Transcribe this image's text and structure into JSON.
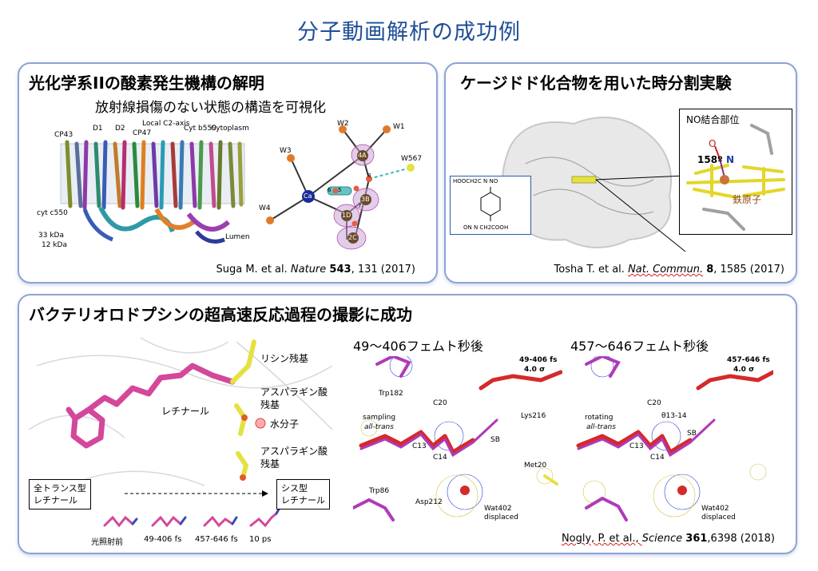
{
  "page_title": "分子動画解析の成功例",
  "panel_top_left": {
    "title": "光化学系IIの酸素発生機構の解明",
    "subtitle": "放射線損傷のない状態の構造を可視化",
    "fig_left_labels": [
      "CP43",
      "D1",
      "D2",
      "Local C2-axis",
      "CP47",
      "Cyt b559",
      "Cytoplasm",
      "cyt c550",
      "33 kDa",
      "12 kDa",
      "Lumen"
    ],
    "fig_right_labels": [
      "W2",
      "W1",
      "W3",
      "W567",
      "W4",
      "Ca",
      "4A",
      "3B",
      "1D",
      "2C",
      "5",
      "6",
      "7",
      "8"
    ],
    "citation_author": "Suga M. et al. ",
    "citation_journal": "Nature",
    "citation_volume": "543",
    "citation_rest": ", 131 (2017)"
  },
  "panel_top_right": {
    "title": "ケージドド化合物を用いた時分割実験",
    "inset_title": "NO結合部位",
    "angle_label": "158º",
    "atom_o": "O",
    "atom_n": "N",
    "iron_label": "鉄原子",
    "formula_top": "HOOCH2C  N  NO",
    "formula_bottom": "ON  N  CH2COOH",
    "citation_author": "Tosha T. et al. ",
    "citation_journal": "Nat. Commun.",
    "citation_volume": "8",
    "citation_rest": ", 1585 (2017)"
  },
  "panel_bottom": {
    "title": "バクテリオロドプシンの超高速反応過程の撮影に成功",
    "fig_left": {
      "labels": [
        "リシン残基",
        "アスパラギン酸",
        "残基",
        "水分子",
        "アスパラギン酸",
        "残基",
        "レチナール"
      ],
      "box_left_line1": "全トランス型",
      "box_left_line2": "レチナール",
      "box_right_line1": "シス型",
      "box_right_line2": "レチナール",
      "time_labels": [
        "光照射前",
        "49-406 fs",
        "457-646 fs",
        "10 ps"
      ]
    },
    "fig_mid": {
      "heading": "49～406フェムト秒後",
      "corner_label_1": "49-406 fs",
      "corner_label_2": "4.0 σ",
      "labels": [
        "Trp182",
        "C20",
        "sampling",
        "all-trans",
        "Lys216",
        "C13",
        "SB",
        "C14",
        "Met20",
        "Trp86",
        "Asp212",
        "Wat402",
        "displaced"
      ]
    },
    "fig_right": {
      "heading": "457～646フェムト秒後",
      "corner_label_1": "457-646 fs",
      "corner_label_2": "4.0 σ",
      "labels": [
        "C20",
        "θ13-14",
        "rotating",
        "all-trans",
        "SB",
        "C13",
        "C14",
        "Wat402",
        "displaced"
      ]
    },
    "citation_author": "Nogly, P. et al., ",
    "citation_journal": "Science",
    "citation_volume": "361",
    "citation_rest": ",6398 (2018)"
  }
}
